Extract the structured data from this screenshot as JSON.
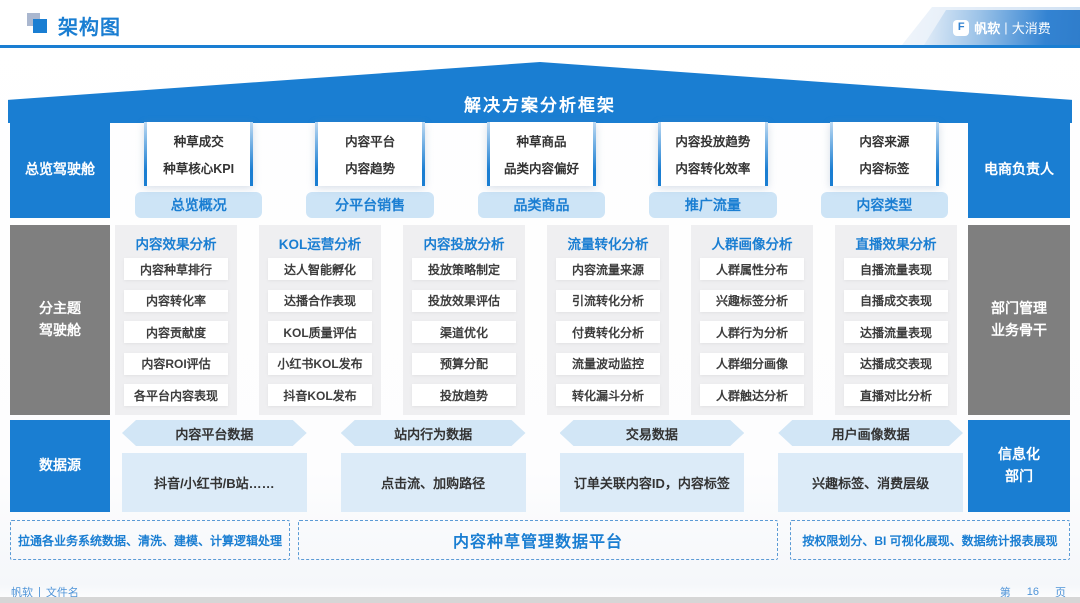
{
  "header": {
    "title": "架构图",
    "brand": {
      "name": "帆软",
      "divider": "|",
      "suffix": "大消费"
    }
  },
  "framework_banner": {
    "title": "解决方案分析框架"
  },
  "overview_row": {
    "left_label": "总览驾驶舱",
    "right_label": "电商负责人",
    "groups": [
      {
        "items": [
          "种草成交",
          "种草核心KPI"
        ],
        "label": "总览概况"
      },
      {
        "items": [
          "内容平台",
          "内容趋势"
        ],
        "label": "分平台销售"
      },
      {
        "items": [
          "种草商品",
          "品类内容偏好"
        ],
        "label": "品类商品"
      },
      {
        "items": [
          "内容投放趋势",
          "内容转化效率"
        ],
        "label": "推广流量"
      },
      {
        "items": [
          "内容来源",
          "内容标签"
        ],
        "label": "内容类型"
      }
    ]
  },
  "theme_row": {
    "left_lines": [
      "分主题",
      "驾驶舱"
    ],
    "right_lines": [
      "部门管理",
      "业务骨干"
    ],
    "columns": [
      {
        "header": "内容效果分析",
        "items": [
          "内容种草排行",
          "内容转化率",
          "内容贡献度",
          "内容ROI评估",
          "各平台内容表现"
        ]
      },
      {
        "header": "KOL运营分析",
        "items": [
          "达人智能孵化",
          "达播合作表现",
          "KOL质量评估",
          "小红书KOL发布",
          "抖音KOL发布"
        ]
      },
      {
        "header": "内容投放分析",
        "items": [
          "投放策略制定",
          "投放效果评估",
          "渠道优化",
          "预算分配",
          "投放趋势"
        ]
      },
      {
        "header": "流量转化分析",
        "items": [
          "内容流量来源",
          "引流转化分析",
          "付费转化分析",
          "流量波动监控",
          "转化漏斗分析"
        ]
      },
      {
        "header": "人群画像分析",
        "items": [
          "人群属性分布",
          "兴趣标签分析",
          "人群行为分析",
          "人群细分画像",
          "人群触达分析"
        ]
      },
      {
        "header": "直播效果分析",
        "items": [
          "自播流量表现",
          "自播成交表现",
          "达播流量表现",
          "达播成交表现",
          "直播对比分析"
        ]
      }
    ]
  },
  "datasource_row": {
    "left_label": "数据源",
    "right_lines": [
      "信息化",
      "部门"
    ],
    "groups": [
      {
        "header": "内容平台数据",
        "detail": "抖音/小红书/B站……"
      },
      {
        "header": "站内行为数据",
        "detail": "点击流、加购路径"
      },
      {
        "header": "交易数据",
        "detail": "订单关联内容ID，内容标签"
      },
      {
        "header": "用户画像数据",
        "detail": "兴趣标签、消费层级"
      }
    ]
  },
  "platform_row": {
    "left": "拉通各业务系统数据、清洗、建模、计算逻辑处理",
    "center": "内容种草管理数据平台",
    "right": "按权限划分、BI 可视化展现、数据统计报表展现"
  },
  "footer": {
    "brand": "帆软",
    "divider": "|",
    "doc_name": "文件名",
    "page_prefix": "第",
    "page_number": "16",
    "page_suffix": "页"
  },
  "logo_letter": "F",
  "colors": {
    "accent_blue": "#1a7ed2",
    "label_light_blue": "#cde4f6",
    "hex_header_blue": "#d2e6f6",
    "detail_box_blue": "#dcebf8",
    "side_gray": "#7f7f7f",
    "column_gray": "#efeff1",
    "dashed_border": "#5b9bd5"
  }
}
